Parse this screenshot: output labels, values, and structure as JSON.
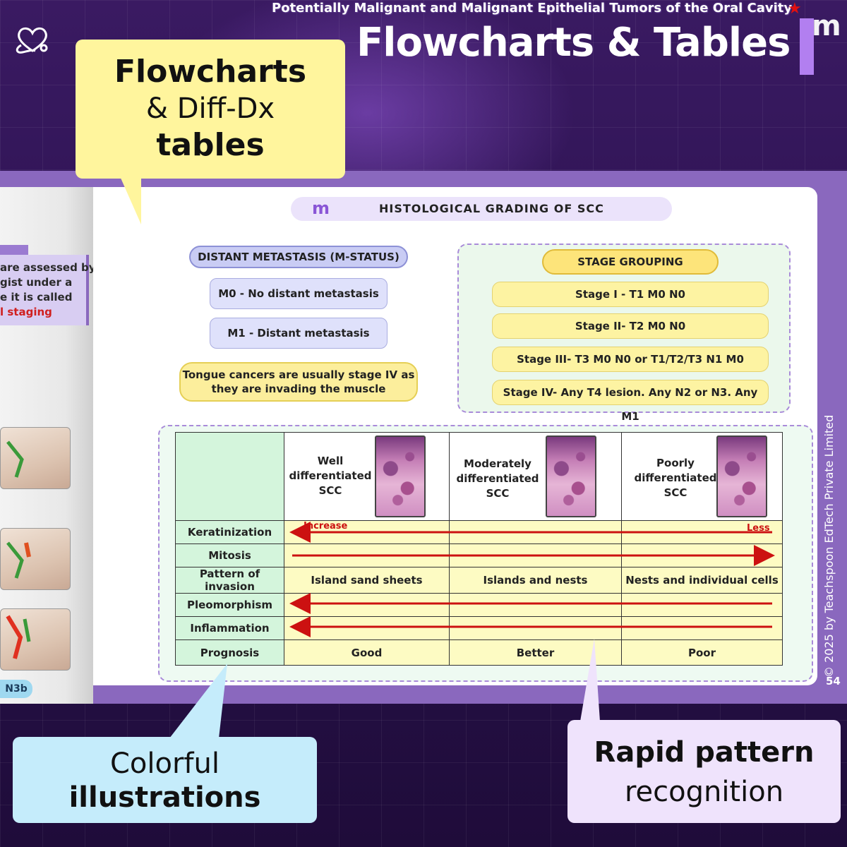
{
  "headline": "Flowcharts & Tables",
  "page_title": "Potentially Malignant and Malignant Epithelial Tumors of the Oral Cavity",
  "section_heading": "HISTOLOGICAL GRADING OF SCC",
  "left_page": {
    "note_lines": [
      "are assessed by",
      "gist under a",
      "e it is called",
      "l staging"
    ],
    "badge": "N3b"
  },
  "m_status": {
    "heading": "DISTANT METASTASIS (M-STATUS)",
    "items": [
      "M0 - No distant metastasis",
      "M1 - Distant metastasis"
    ],
    "note_line1": "Tongue cancers are usually stage IV as",
    "note_line2": "they are invading the muscle"
  },
  "stage_grouping": {
    "heading": "STAGE GROUPING",
    "items": [
      "Stage I - T1 M0 N0",
      "Stage II- T2 M0 N0",
      "Stage III- T3 M0 N0 or T1/T2/T3 N1 M0",
      "Stage IV- Any T4 lesion. Any N2 or N3. Any M1"
    ]
  },
  "grading_table": {
    "columns": [
      {
        "l1": "Well",
        "l2": "differentiated",
        "l3": "SCC"
      },
      {
        "l1": "Moderately",
        "l2": "differentiated",
        "l3": "SCC"
      },
      {
        "l1": "Poorly",
        "l2": "differentiated",
        "l3": "SCC"
      }
    ],
    "rows": {
      "keratinization": "Keratinization",
      "mitosis": "Mitosis",
      "pattern": "Pattern of invasion",
      "pleomorphism": "Pleomorphism",
      "inflammation": "Inflammation",
      "prognosis": "Prognosis"
    },
    "keratinization_increase": "Increase",
    "keratinization_less": "Less",
    "pattern_values": [
      "Island sand sheets",
      "Islands and nests",
      "Nests and individual cells"
    ],
    "prognosis_values": [
      "Good",
      "Better",
      "Poor"
    ]
  },
  "copyright": "© 2025 by Teachspoon EdTech Private Limited",
  "page_number": "54",
  "callouts": {
    "flowcharts": {
      "l1": "Flowcharts",
      "l2": "& Diff-Dx",
      "l3": "tables"
    },
    "illustrations": {
      "l1": "Colorful",
      "l2": "illustrations"
    },
    "pattern": {
      "l1": "Rapid pattern",
      "l2": "recognition"
    }
  },
  "colors": {
    "background": "#2a1247",
    "book_purple": "#8a68be",
    "arrow_red": "#cc1111",
    "callout_yellow": "#fff59d",
    "callout_blue": "#c5ecfb",
    "callout_lilac": "#efe3fc"
  }
}
